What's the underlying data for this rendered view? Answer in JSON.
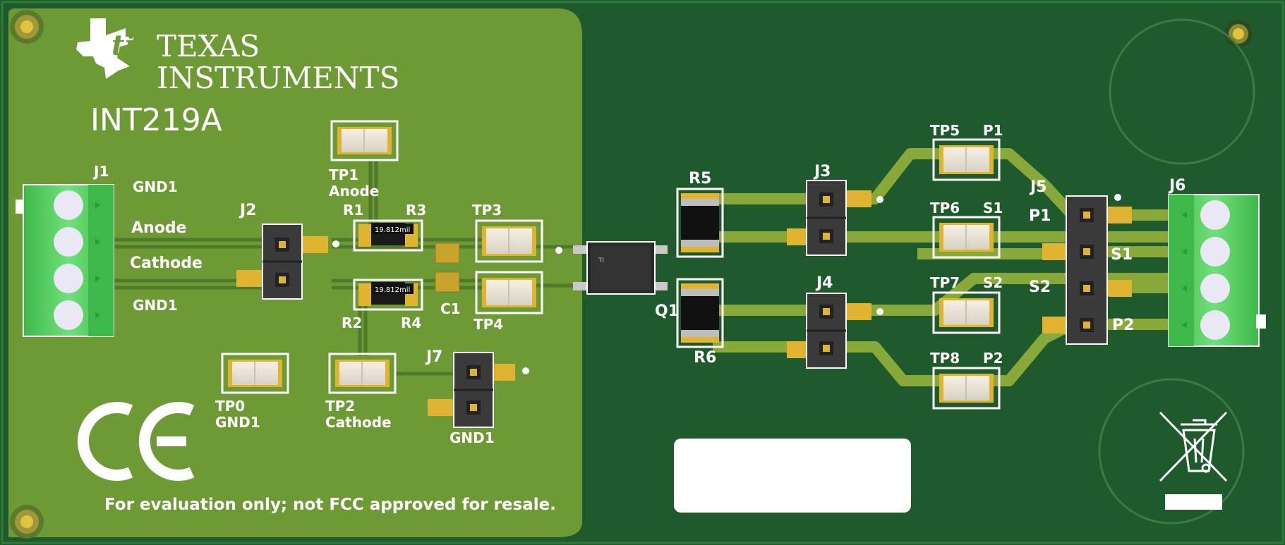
{
  "brand": {
    "line1": "TEXAS",
    "line2": "INSTRUMENTS",
    "logo": "ti-logo"
  },
  "board_name": "INT219A",
  "disclaimer": "For evaluation only; not FCC approved for resale.",
  "ce_mark": "CE",
  "weee_icon": "crossed-out-wheelie-bin-icon",
  "colors": {
    "board": "#1f5a2c",
    "light_zone": "#6e9a36",
    "trace": "#88a83a",
    "gold_pad": "#e0b430",
    "connector_green": "#4fcf5a",
    "silkscreen": "#ffffff"
  },
  "labels": {
    "j1": "J1",
    "j1_gnd1_top": "GND1",
    "j1_anode": "Anode",
    "j1_cathode": "Cathode",
    "j1_gnd1_bottom": "GND1",
    "j2": "J2",
    "tp1": "TP1",
    "tp1_net": "Anode",
    "r1": "R1",
    "r3": "R3",
    "r2": "R2",
    "r4": "R4",
    "c1": "C1",
    "tp3": "TP3",
    "tp4": "TP4",
    "tp0": "TP0",
    "tp0_net": "GND1",
    "tp2": "TP2",
    "tp2_net": "Cathode",
    "j7": "J7",
    "j7_net": "GND1",
    "r1_dim": "19.812mil",
    "r2_dim": "19.812mil",
    "q1": "Q1",
    "r5": "R5",
    "r6": "R6",
    "j3": "J3",
    "j4": "J4",
    "tp5": "TP5",
    "tp5_net": "P1",
    "tp6": "TP6",
    "tp6_net": "S1",
    "tp7": "TP7",
    "tp7_net": "S2",
    "tp8": "TP8",
    "tp8_net": "P2",
    "j5": "J5",
    "j5_p1": "P1",
    "j5_s1": "S1",
    "j5_s2": "S2",
    "j5_p2": "P2",
    "j6": "J6"
  }
}
